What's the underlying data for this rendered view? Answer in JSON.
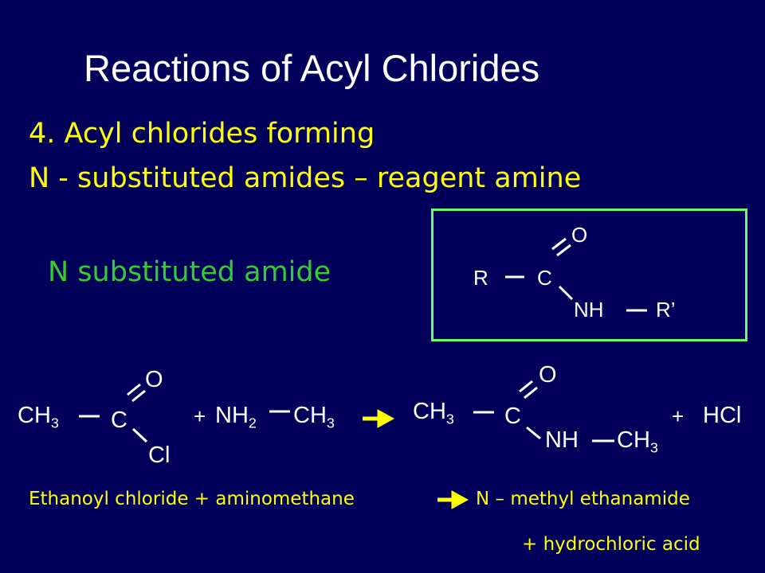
{
  "slide": {
    "title": "Reactions of Acyl Chlorides",
    "subtitle_line1": "4. Acyl chlorides forming",
    "subtitle_line2": "N - substituted amides  – reagent amine"
  },
  "general_structure": {
    "label": "N substituted amide",
    "R": "R",
    "C": "C",
    "O": "O",
    "NH": "NH",
    "R_prime": "R’"
  },
  "reaction": {
    "reactant1": {
      "group": "CH",
      "sub": "3",
      "C": "C",
      "O": "O",
      "Cl": "Cl"
    },
    "plus1": "+",
    "reactant2": {
      "nh": "NH",
      "nh_sub": "2",
      "ch": "CH",
      "ch_sub": "3"
    },
    "product": {
      "group": "CH",
      "sub": "3",
      "C": "C",
      "O": "O",
      "nh": "NH",
      "ch": "CH",
      "ch_sub": "3"
    },
    "plus2": "+",
    "byproduct": "HCl"
  },
  "word_equation": {
    "left": "Ethanoyl chloride + aminomethane",
    "right": "N – methyl ethanamide",
    "line2": "+  hydrochloric acid"
  },
  "colors": {
    "background": "#00005a",
    "title": "#ffffff",
    "yellow": "#ffff00",
    "green_text": "#33cc33",
    "box_border": "#66ff66",
    "arrow": "#ffff00"
  }
}
